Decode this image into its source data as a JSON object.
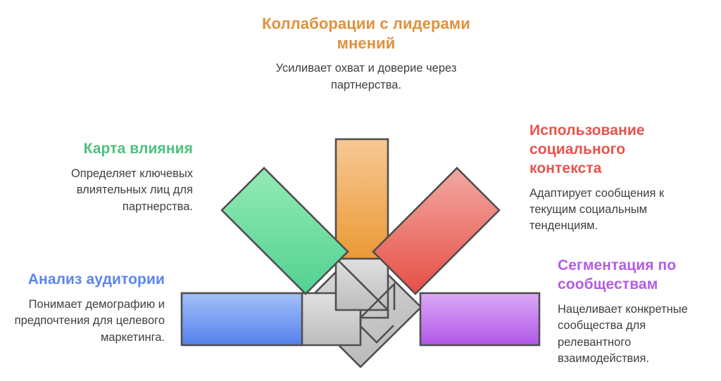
{
  "page": {
    "background": "#ffffff",
    "type": "infographic-arrow-diagram",
    "body_text_color": "#3c4043",
    "stroke_color": "#4f4f4f"
  },
  "labels": {
    "top": {
      "title": "Коллаборации с лидерами мнений",
      "description": "Усиливает охват и доверие через партнерства.",
      "color": "#E0913C"
    },
    "left_green": {
      "title": "Карта влияния",
      "description": "Определяет ключевых влиятельных лиц для партнерства.",
      "color": "#4CC17E"
    },
    "right_red": {
      "title": "Использование социального контекста",
      "description": "Адаптирует сообщения к текущим социальным тенденциям.",
      "color": "#E8534B"
    },
    "bottom_left_blue": {
      "title": "Анализ аудитории",
      "description": "Понимает демографию и предпочтения для целевого маркетинга.",
      "color": "#5B85EE"
    },
    "bottom_right_purple": {
      "title": "Сегментация по сообществам",
      "description": "Нацеливает конкретные сообщества для релевантного взаимодействия.",
      "color": "#B45BE8"
    }
  },
  "shapes": {
    "orange_bar": {
      "name": "orange-vertical-bar",
      "fill_top": "#F5C58D",
      "fill_bottom": "#EC9A3F"
    },
    "green_bar": {
      "name": "green-diagonal-bar",
      "fill_top": "#8FE8B2",
      "fill_bottom": "#56D495"
    },
    "red_bar": {
      "name": "red-diagonal-bar",
      "fill_top": "#F0A39C",
      "fill_bottom": "#E8534B"
    },
    "blue_bar": {
      "name": "blue-horizontal-bar",
      "fill_top": "#9FBDF7",
      "fill_bottom": "#5B85EE"
    },
    "purple_bar": {
      "name": "purple-horizontal-bar",
      "fill_top": "#D9A6F4",
      "fill_bottom": "#B45BE8"
    },
    "gray_center": {
      "name": "gray-center-arrow",
      "fill_top": "#DCDCDC",
      "fill_bottom": "#BEBEBE"
    }
  }
}
